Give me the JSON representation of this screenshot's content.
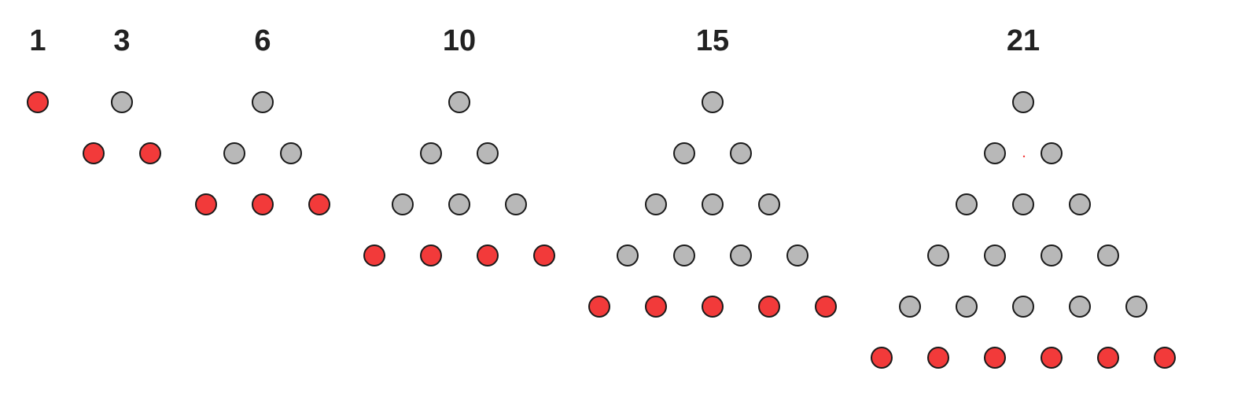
{
  "figure": {
    "title": "",
    "description_visible_text": [
      "1",
      "3",
      "6",
      "10",
      "15",
      "21"
    ]
  },
  "colors": {
    "new_row_dot": "#f23a3a",
    "existing_dot": "#b8b8b8",
    "dot_stroke": "#1a1a1a",
    "label": "#222222",
    "background": "#ffffff"
  },
  "triangles": [
    {
      "label": "1",
      "n": 1
    },
    {
      "label": "3",
      "n": 2
    },
    {
      "label": "6",
      "n": 3
    },
    {
      "label": "10",
      "n": 4
    },
    {
      "label": "15",
      "n": 5
    },
    {
      "label": "21",
      "n": 6
    }
  ]
}
